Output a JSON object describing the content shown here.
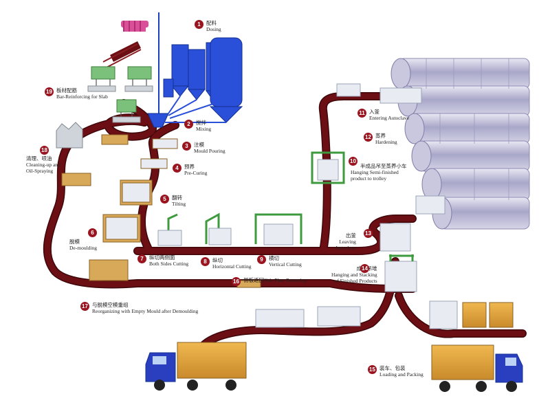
{
  "steps": [
    {
      "n": "1",
      "cn": "配料",
      "en": "Dosing"
    },
    {
      "n": "2",
      "cn": "搅拌",
      "en": "Mixing"
    },
    {
      "n": "3",
      "cn": "注模",
      "en": "Mould Pouring"
    },
    {
      "n": "4",
      "cn": "预养",
      "en": "Pre-Curing"
    },
    {
      "n": "5",
      "cn": "翻转",
      "en": "Tilting"
    },
    {
      "n": "6",
      "cn": "脱模",
      "en": "De-moulding"
    },
    {
      "n": "7",
      "cn": "纵切两侧面",
      "en": "Both Sides Cutting"
    },
    {
      "n": "8",
      "cn": "纵切",
      "en": "Horizontal Cutting"
    },
    {
      "n": "9",
      "cn": "横切",
      "en": "Vertical Cutting"
    },
    {
      "n": "10",
      "cn": "半成品吊至蒸养小车",
      "en": "Hanging Semi-finished",
      "en2": "product to trolley"
    },
    {
      "n": "11",
      "cn": "入釜",
      "en": "Entering Autoclave"
    },
    {
      "n": "12",
      "cn": "蒸养",
      "en": "Hardening"
    },
    {
      "n": "13",
      "cn": "出釜",
      "en": "Leaving",
      "en2": "Autoclave"
    },
    {
      "n": "14",
      "cn": "成品吊堆",
      "en": "Hanging and Stacking",
      "en2": "of Finished Products"
    },
    {
      "n": "15",
      "cn": "装车、包装",
      "en": "Loading and Packing"
    },
    {
      "n": "16",
      "cn": "侧板返回",
      "en": "Side Plate Returning"
    },
    {
      "n": "17",
      "cn": "与脱模空模重组",
      "en": "Reorganizing with Empty Mould after Demoulding"
    },
    {
      "n": "18",
      "cn": "清理、喷油",
      "en": "Cleaning-up and",
      "en2": "Oil-Spraying"
    },
    {
      "n": "19",
      "cn": "板材配筋",
      "en": "Bar-Reinforcing for Slab"
    }
  ],
  "colors": {
    "track": "#6b0f14",
    "track_edge": "#3f0709",
    "silo": "#2a4fd8",
    "mould": "#d9a95a",
    "block": "#e8ebf2",
    "autoclave": "#b7b7d3",
    "truck_cab": "#2a3fbf",
    "cargo": "#d89a3a",
    "badge": "#9a1520"
  },
  "icons": [
    "conveyor-track",
    "dosing-silo-icon",
    "mixer-icon",
    "mould-icon",
    "cutting-frame-icon",
    "autoclave-icon",
    "crane-icon",
    "truck-icon"
  ]
}
